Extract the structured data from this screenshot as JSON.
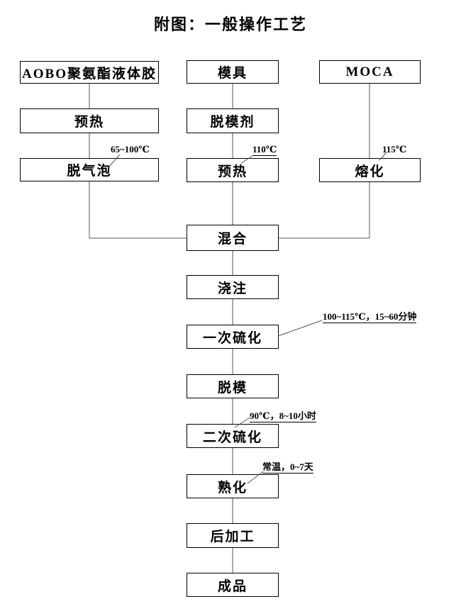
{
  "title": "附图：一般操作工艺",
  "colors": {
    "box_border": "#000000",
    "connector": "#555555",
    "text": "#000000",
    "background": "#ffffff"
  },
  "nodes": {
    "aobo": {
      "label": "AOBO聚氨酯液体胶"
    },
    "preheat_left": {
      "label": "预热"
    },
    "degas": {
      "label": "脱气泡",
      "annotation": "65~100℃"
    },
    "mold": {
      "label": "模具"
    },
    "release_agent": {
      "label": "脱模剂"
    },
    "preheat_mid": {
      "label": "预热",
      "annotation": "110℃"
    },
    "moca": {
      "label": "MOCA"
    },
    "melt": {
      "label": "熔化",
      "annotation": "115℃"
    },
    "mix": {
      "label": "混合"
    },
    "cast": {
      "label": "浇注"
    },
    "first_cure": {
      "label": "一次硫化",
      "annotation": "100~115℃，15~60分钟"
    },
    "demold": {
      "label": "脱模"
    },
    "second_cure": {
      "label": "二次硫化",
      "annotation": "90℃，8~10小时"
    },
    "aging": {
      "label": "熟化",
      "annotation": "常温，0~7天"
    },
    "post_process": {
      "label": "后加工"
    },
    "finished_product": {
      "label": "成品"
    }
  }
}
